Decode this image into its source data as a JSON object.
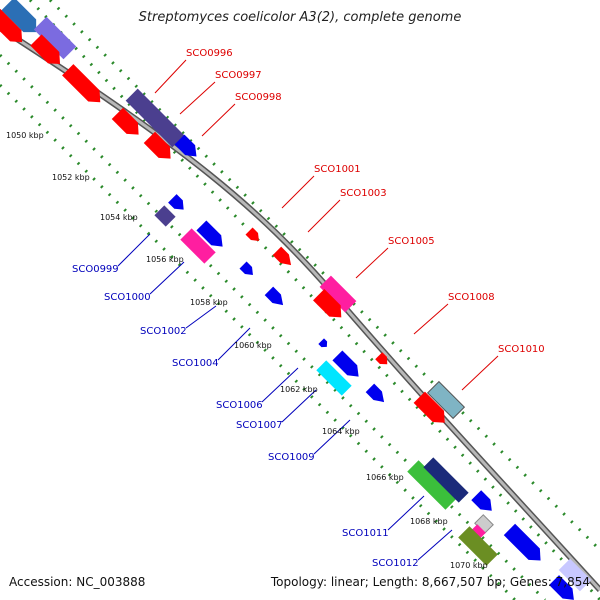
{
  "title": "Streptomyces coelicolor A3(2), complete genome",
  "accession": "Accession: NC_003888",
  "topology": "Topology: linear; Length: 8,667,507 bp; Genes: 7,854",
  "colors": {
    "backbone": "#8a8a8a",
    "rule": "#2b8a2b",
    "upper_label": "#dd0000",
    "lower_label": "#0000bb"
  },
  "kbp_labels": [
    "1050 kbp",
    "1052 kbp",
    "1054 kbp",
    "1056 kbp",
    "1058 kbp",
    "1060 kbp",
    "1062 kbp",
    "1064 kbp",
    "1066 kbp",
    "1068 kbp",
    "1070 kbp"
  ],
  "upper_genes": [
    "SCO0996",
    "SCO0997",
    "SCO0998",
    "SCO1001",
    "SCO1003",
    "SCO1005",
    "SCO1008",
    "SCO1010"
  ],
  "lower_genes": [
    "SCO0999",
    "SCO1000",
    "SCO1002",
    "SCO1004",
    "SCO1006",
    "SCO1007",
    "SCO1009",
    "SCO1011",
    "SCO1012"
  ]
}
